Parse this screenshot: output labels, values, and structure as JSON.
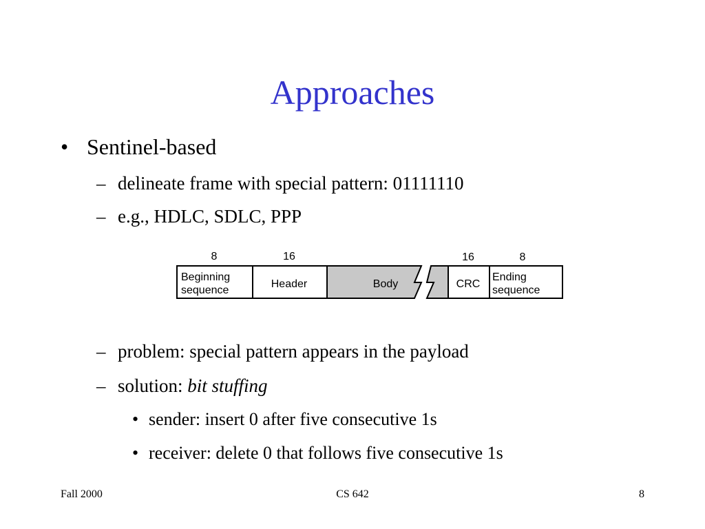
{
  "slide": {
    "title": "Approaches",
    "title_color": "#3333cc"
  },
  "bullets": {
    "l1_marker": "•",
    "sentinel": "Sentinel-based",
    "dash": "–",
    "delineate": "delineate frame with  special pattern: 01111110",
    "examples": "e.g., HDLC, SDLC, PPP",
    "problem": "problem: special pattern appears in the payload",
    "solution_prefix": "solution: ",
    "solution_emphasis": "bit stuffing",
    "sub_marker": "•",
    "sender": "sender: insert 0 after five consecutive 1s",
    "receiver": "receiver: delete 0 that follows five consecutive 1s"
  },
  "diagram": {
    "field_sizes": [
      "8",
      "16",
      "16",
      "8"
    ],
    "fields": {
      "beginning_line1": "Beginning",
      "beginning_line2": "sequence",
      "header": "Header",
      "body": "Body",
      "crc": "CRC",
      "ending_line1": "Ending",
      "ending_line2": "sequence"
    },
    "body_fill": "#c8c8c8"
  },
  "footer": {
    "left": "Fall 2000",
    "center": "CS 642",
    "page_number": "8"
  }
}
